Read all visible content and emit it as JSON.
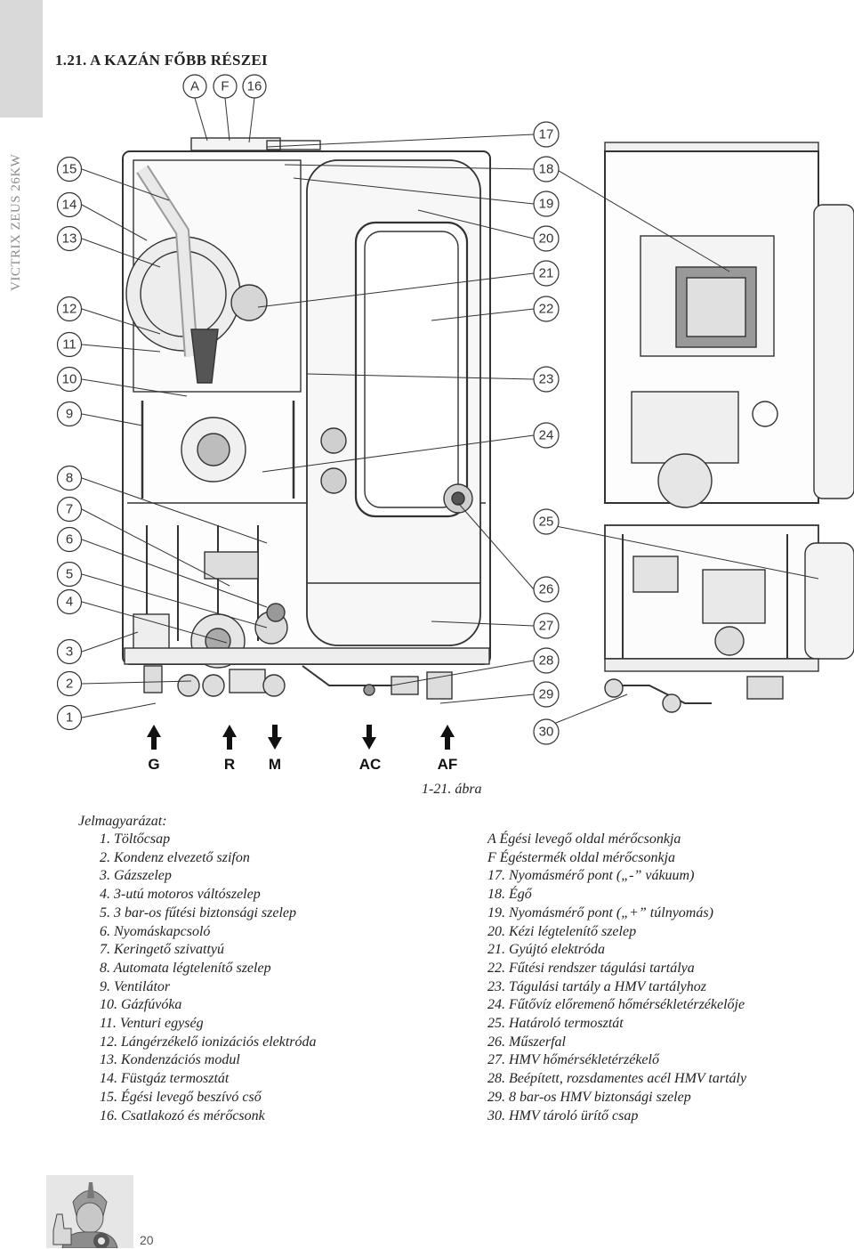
{
  "side_title": "VICTRIX ZEUS 26KW",
  "heading": "1.21. A KAZÁN FŐBB RÉSZEI",
  "callouts_top": [
    "A",
    "F",
    "16"
  ],
  "callouts_left": [
    "15",
    "14",
    "13",
    "12",
    "11",
    "10",
    "9",
    "8",
    "7",
    "6",
    "5",
    "4",
    "3",
    "2",
    "1"
  ],
  "callouts_right": [
    "17",
    "18",
    "19",
    "20",
    "21",
    "22",
    "23",
    "24",
    "25",
    "26",
    "27",
    "28",
    "29",
    "30"
  ],
  "connections": [
    "G",
    "R",
    "M",
    "AC",
    "AF"
  ],
  "figure_caption": "1-21. ábra",
  "legend_title": "Jelmagyarázat:",
  "legend_left": [
    "1.  Töltőcsap",
    "2.  Kondenz elvezető szifon",
    "3.  Gázszelep",
    "4.  3-utú motoros váltószelep",
    "5.  3 bar-os fűtési biztonsági szelep",
    "6.  Nyomáskapcsoló",
    "7.  Keringető szivattyú",
    "8.  Automata légtelenítő szelep",
    "9.  Ventilátor",
    "10. Gázfúvóka",
    "11. Venturi egység",
    "12. Lángérzékelő ionizációs elektróda",
    "13. Kondenzációs modul",
    "14. Füstgáz termosztát",
    "15. Égési levegő beszívó cső",
    "16. Csatlakozó és mérőcsonk"
  ],
  "legend_right": [
    "A  Égési levegő oldal mérőcsonkja",
    "F  Égéstermék oldal mérőcsonkja",
    "17. Nyomásmérő pont („-” vákuum)",
    "18. Égő",
    "19. Nyomásmérő pont („+” túlnyomás)",
    "20. Kézi légtelenítő szelep",
    "21. Gyújtó elektróda",
    "22. Fűtési rendszer tágulási tartálya",
    "23. Tágulási tartály a HMV tartályhoz",
    "24. Fűtővíz előremenő hőmérsékletérzékelője",
    "25. Határoló termosztát",
    "26. Műszerfal",
    "27. HMV hőmérsékletérzékelő",
    "28. Beépített, rozsdamentes acél HMV tartály",
    "29. 8 bar-os HMV biztonsági szelep",
    "30. HMV tároló ürítő csap"
  ],
  "page_number": "20"
}
